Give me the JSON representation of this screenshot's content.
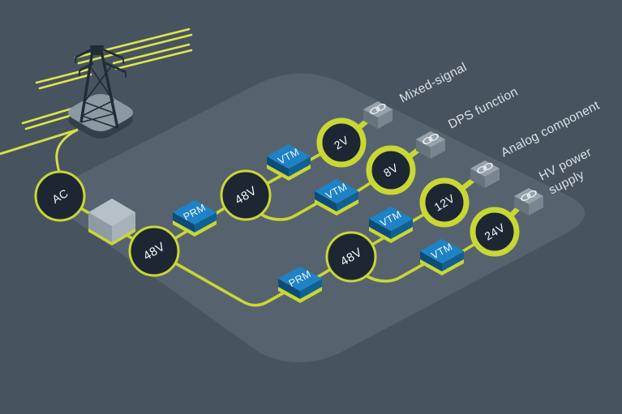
{
  "diagram": {
    "description": "Isometric power delivery diagram from AC grid through 48V buses and PRM/VTM converters to point-of-load outputs"
  },
  "colors": {
    "background": "#47535F",
    "platform": "#56636E",
    "accent_yellow": "#C9D735",
    "power_line_yellow": "#DDE74A",
    "converter_blue_top": "#1E83C6",
    "converter_blue_side": "#0D4C78",
    "node_fill": "#1C2733",
    "node_text": "#F4F6F7",
    "label_text": "#DCE1E5"
  },
  "icons": {
    "source": "transmission-tower-icon",
    "input_stage": "converter-cube-icon",
    "load": "chip-icon"
  },
  "source": {
    "label": "AC"
  },
  "buses": [
    {
      "label": "48V"
    },
    {
      "label": "48V"
    },
    {
      "label": "48V"
    }
  ],
  "converters": [
    {
      "label": "PRM"
    },
    {
      "label": "VTM"
    },
    {
      "label": "VTM"
    },
    {
      "label": "PRM"
    },
    {
      "label": "VTM"
    },
    {
      "label": "VTM"
    }
  ],
  "outputs": [
    {
      "voltage": "2V",
      "load_lines": [
        "Mixed-signal"
      ]
    },
    {
      "voltage": "8V",
      "load_lines": [
        "DPS function"
      ]
    },
    {
      "voltage": "12V",
      "load_lines": [
        "Analog component"
      ]
    },
    {
      "voltage": "24V",
      "load_lines": [
        "HV power",
        "supply"
      ]
    }
  ]
}
